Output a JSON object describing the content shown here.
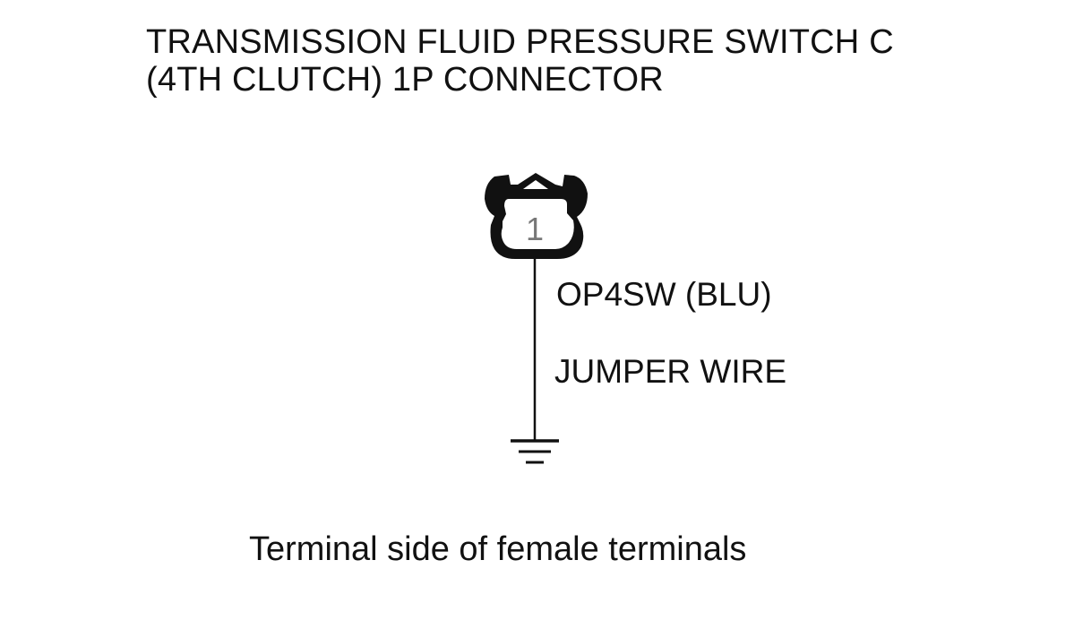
{
  "diagram": {
    "title_line1": "TRANSMISSION FLUID PRESSURE SWITCH C",
    "title_line2": "(4TH CLUTCH) 1P CONNECTOR",
    "connector": {
      "terminal_number": "1",
      "icon": "female-1p-connector-icon"
    },
    "wire": {
      "signal_label": "OP4SW (BLU)",
      "jumper_label": "JUMPER WIRE"
    },
    "ground": {
      "icon": "ground-symbol-icon"
    },
    "view_note": "Terminal side of female terminals",
    "colors": {
      "ink": "#111111",
      "background": "#ffffff"
    }
  }
}
